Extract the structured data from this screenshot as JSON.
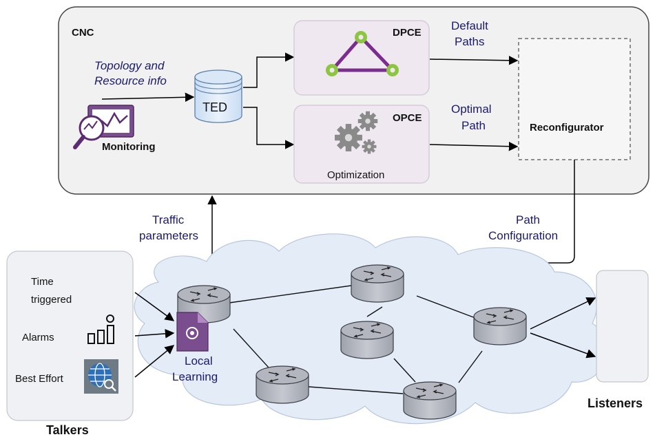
{
  "cnc": {
    "label": "CNC",
    "monitoring_label": "Monitoring",
    "topology_label_1": "Topology and",
    "topology_label_2": "Resource info",
    "ted_label": "TED",
    "dpce_label": "DPCE",
    "opce_label": "OPCE",
    "optimization_label": "Optimization",
    "default_paths_1": "Default",
    "default_paths_2": "Paths",
    "optimal_path_1": "Optimal",
    "optimal_path_2": "Path",
    "reconfigurator_label": "Reconfigurator"
  },
  "links": {
    "traffic_params_1": "Traffic",
    "traffic_params_2": "parameters",
    "path_config_1": "Path",
    "path_config_2": "Configuration"
  },
  "talkers": {
    "title": "Talkers",
    "time_triggered_1": "Time",
    "time_triggered_2": "triggered",
    "alarms": "Alarms",
    "best_effort": "Best Effort"
  },
  "network": {
    "local_learning_1": "Local",
    "local_learning_2": "Learning"
  },
  "listeners": {
    "title": "Listeners"
  },
  "colors": {
    "navy_text": "#1a1a6e",
    "purple_accent": "#7b2d8e",
    "green_node": "#8cc63f",
    "box_fill": "#f1eef2",
    "router_fill": "#b9bcc4",
    "cloud_fill": "#e4ecf7"
  }
}
